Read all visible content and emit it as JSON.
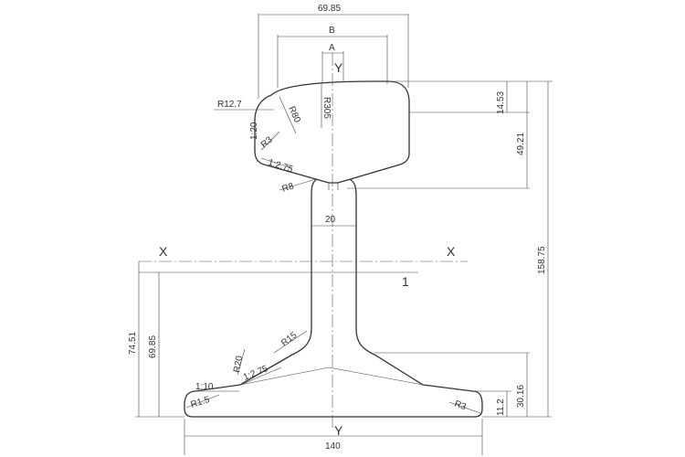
{
  "drawing": {
    "axes": {
      "x_left": "X",
      "x_right": "X",
      "y_top": "Y",
      "y_bottom": "Y"
    },
    "dimensions": {
      "head_width": "69.85",
      "b": "B",
      "a": "A",
      "web_thickness": "20",
      "base_width": "140",
      "head_depth": "14.53",
      "head_height": "49.21",
      "total_height": "158.75",
      "foot_height": "30.16",
      "base_edge": "11.2",
      "neutral_axis_height": "74.51",
      "centroid_height": "69.85"
    },
    "radii": {
      "r12_7": "R12.7",
      "r80": "R80",
      "r305": "R305",
      "r3_head": "R3",
      "r8": "R8",
      "r15": "R15",
      "r20": "R20",
      "r1_5": "R1.5",
      "r3_base": "R3"
    },
    "slopes": {
      "head_side": "1:20",
      "head_under": "1:2.75",
      "base_top": "1:2.75",
      "base_edge": "1:10"
    },
    "markers": {
      "line_1": "1"
    }
  }
}
